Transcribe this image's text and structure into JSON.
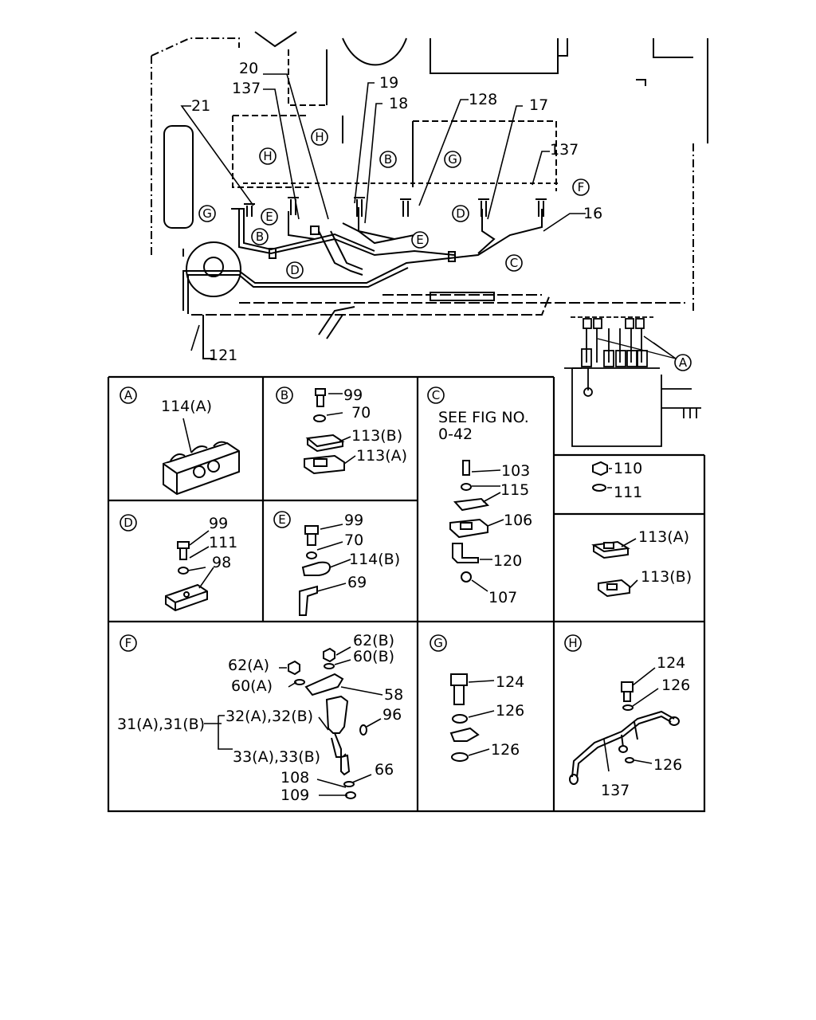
{
  "diagram": {
    "callouts": {
      "c20": "20",
      "c137a": "137",
      "c21": "21",
      "c19": "19",
      "c18": "18",
      "c128": "128",
      "c17": "17",
      "c137b": "137",
      "c16": "16",
      "c121": "121"
    },
    "circle_refs": {
      "H1": "H",
      "H2": "H",
      "B1": "B",
      "G1": "G",
      "F1": "F",
      "E1": "E",
      "E2": "E",
      "D1": "D",
      "D2": "D",
      "G2": "G",
      "B2": "B",
      "C1": "C",
      "A1": "A"
    }
  },
  "panels": {
    "A": {
      "letter": "A",
      "parts": [
        "114(A)"
      ]
    },
    "B": {
      "letter": "B",
      "parts": [
        "99",
        "70",
        "113(B)",
        "113(A)"
      ]
    },
    "C": {
      "letter": "C",
      "note_line1": "SEE FIG NO.",
      "note_line2": "0-42",
      "parts": [
        "103",
        "115",
        "106",
        "120",
        "107"
      ]
    },
    "C2": {
      "parts": [
        "110",
        "111",
        "113(A)",
        "113(B)"
      ]
    },
    "D": {
      "letter": "D",
      "parts": [
        "99",
        "111",
        "98"
      ]
    },
    "E": {
      "letter": "E",
      "parts": [
        "99",
        "70",
        "114(B)",
        "69"
      ]
    },
    "F": {
      "letter": "F",
      "parts": [
        "62(B)",
        "60(B)",
        "62(A)",
        "60(A)",
        "58",
        "31(A),31(B)",
        "32(A),32(B)",
        "96",
        "33(A),33(B)",
        "66",
        "108",
        "109"
      ]
    },
    "G": {
      "letter": "G",
      "parts": [
        "124",
        "126",
        "126"
      ]
    },
    "H": {
      "letter": "H",
      "parts": [
        "124",
        "126",
        "126",
        "137"
      ]
    }
  }
}
